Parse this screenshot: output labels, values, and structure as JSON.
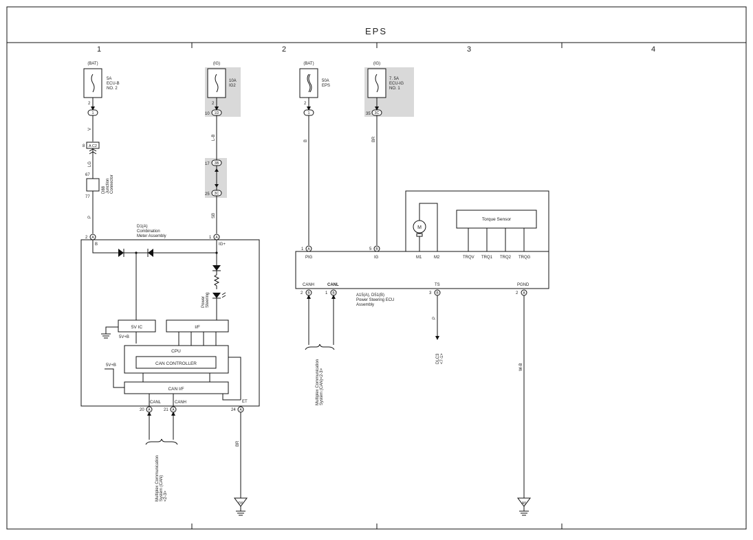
{
  "title": "EPS",
  "columns": [
    "1",
    "2",
    "3",
    "4"
  ],
  "fuses": {
    "f1": {
      "supply": "(BAT)",
      "rating": "5A",
      "name1": "ECU-B",
      "name2": "NO. 2",
      "pin": "2",
      "conn": "1"
    },
    "f2": {
      "supply": "(IG)",
      "rating": "10A",
      "name1": "IG2",
      "pin": "2",
      "pin_left": "10",
      "conn": "1D"
    },
    "f3": {
      "supply": "(BAT)",
      "rating": "50A",
      "name1": "EPS",
      "pin": "2",
      "conn": "1"
    },
    "f4": {
      "supply": "(IG)",
      "rating": "7. 5A",
      "name1": "ECU-IG",
      "name2": "NO. 1",
      "pin_left": "35",
      "conn": "3C"
    }
  },
  "wires": {
    "v": "V",
    "lg": "LG",
    "p1": "P",
    "lb": "L-B",
    "sb": "SB",
    "b": "B",
    "br1": "BR",
    "br2": "BR",
    "p2": "P",
    "wb": "W-B"
  },
  "connectors": {
    "ac2_pin": "8",
    "ac2": "A C2",
    "d88_top": "67",
    "d88_bot": "77",
    "d88_label1": "D88",
    "d88_label2": "Junction",
    "d88_label3": "Connector",
    "c38_pin": "17",
    "c38": "3B",
    "c3c_pin": "25",
    "c3c": "3C"
  },
  "meter": {
    "title1": "D1(A)",
    "title2": "Combination",
    "title3": "Meter Assembly",
    "pin_b": "2",
    "pin_b_conn": "A",
    "label_b": "B",
    "pin_ig": "1",
    "pin_ig_conn": "A",
    "label_ig": "IG+",
    "indicator1": "Power",
    "indicator2": "Steering",
    "ic": "5V IC",
    "ic_sub": "5V+B",
    "if": "I/F",
    "cpu": "CPU",
    "can_controller": "CAN CONTROLLER",
    "can_if": "CAN I/F",
    "can_if_sub": "5V+B",
    "canl": "CANL",
    "canh": "CANH",
    "et": "ET",
    "pin20": "20",
    "pin21": "21",
    "pin24": "24",
    "pconn": "A",
    "mux1": "Multiplex Communication",
    "mux2": "System (CAN)",
    "mux3": "<2-3>"
  },
  "ecu": {
    "title1": "A15(A), D51(B)",
    "title2": "Power Steering ECU",
    "title3": "Assembly",
    "pig": "PIG",
    "ig": "IG",
    "m1": "M1",
    "m2": "M2",
    "trqv": "TRQV",
    "trq1": "TRQ1",
    "trq2": "TRQ2",
    "trqg": "TRQG",
    "canh": "CANH",
    "canl": "CANL",
    "ts": "TS",
    "pgnd": "PGND",
    "torque_sensor": "Torque Sensor",
    "motor": "M",
    "pin_pig": "1",
    "pin_pig_conn": "A",
    "pin_ig": "5",
    "pin_ig_conn": "B",
    "pin_canh": "2",
    "pin_canl": "1",
    "pin_ts": "3",
    "pin_pgnd": "2",
    "conn_b": "B",
    "conn_a": "A",
    "mux1": "Multiplex Communication",
    "mux2": "System (CAN)<2-3>",
    "dlc1": "DLC3",
    "dlc2": "<7-1>"
  },
  "grounds": {
    "g1": "D6",
    "g2": "A5"
  }
}
